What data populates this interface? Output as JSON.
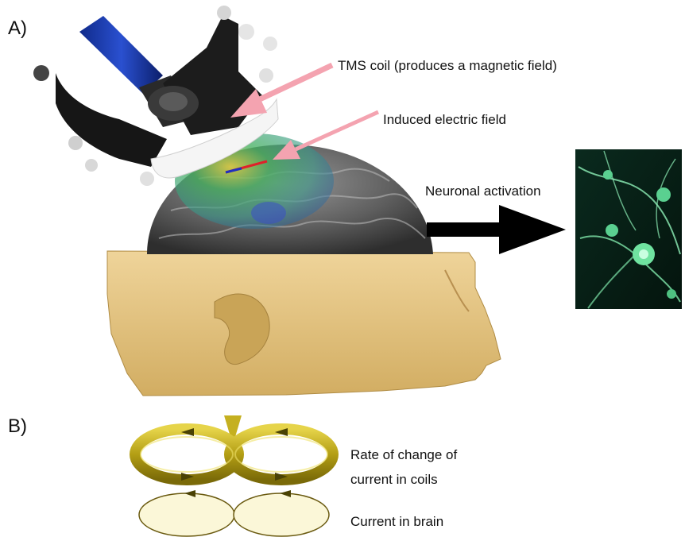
{
  "panels": {
    "a": {
      "letter": "A)"
    },
    "b": {
      "letter": "B)"
    }
  },
  "annotations": {
    "tms_coil": "TMS coil (produces a magnetic field)",
    "induced_field": "Induced electric field",
    "neuronal_activation": "Neuronal activation",
    "rate_of_change_line1": "Rate of change of",
    "rate_of_change_line2": "current in coils",
    "current_in_brain": "Current in brain"
  },
  "colors": {
    "pointer_arrow": "#f4a3b0",
    "head_skin": "#e2c27f",
    "brain": "#6e6e6e",
    "coil_gold": "#b5a21a",
    "neuron_green": "#6fe3a0",
    "field_green": "#3fae5a",
    "field_blue": "#3050c0"
  },
  "icons": {
    "coil": "tms-coil-icon",
    "brain": "brain-icon",
    "head": "head-icon",
    "neurons": "neurons-image",
    "activation_arrow": "arrow-right-icon"
  }
}
